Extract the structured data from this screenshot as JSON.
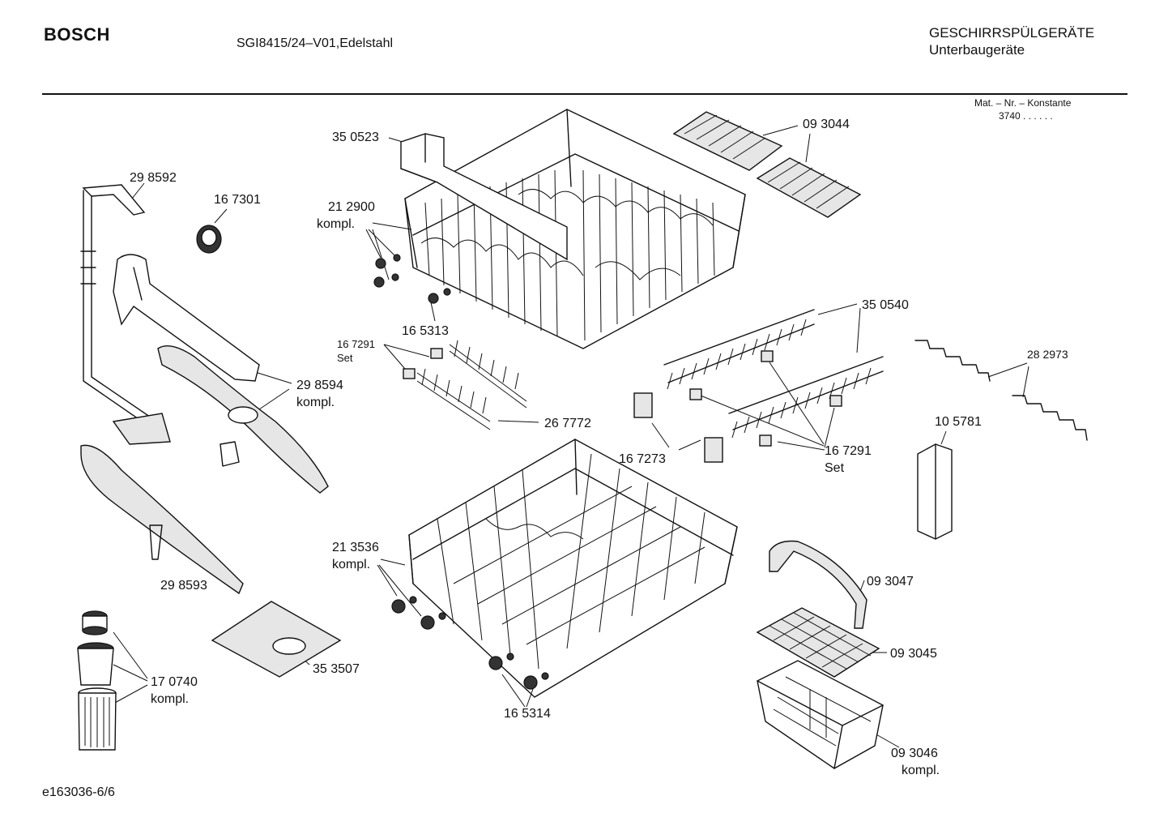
{
  "header": {
    "brand": "BOSCH",
    "model": "SGI8415/24–V01,Edelstahl",
    "category": "GESCHIRRSPÜLGERÄTE",
    "subcategory": "Unterbaugeräte",
    "constant_label": "Mat. – Nr. – Konstante",
    "constant_value": "3740 . . . . . ."
  },
  "labels": {
    "p350523": "35 0523",
    "p093044": "09 3044",
    "p298592": "29 8592",
    "p167301": "16 7301",
    "p212900": "21 2900",
    "p212900_k": "kompl.",
    "p165313": "16 5313",
    "p167291a": "16 7291",
    "p167291a_s": "Set",
    "p267772": "26 7772",
    "p298594": "29 8594",
    "p298594_k": "kompl.",
    "p350540": "35 0540",
    "p282973": "28 2973",
    "p105781": "10 5781",
    "p167273": "16 7273",
    "p167291b": "16 7291",
    "p167291b_s": "Set",
    "p213536": "21 3536",
    "p213536_k": "kompl.",
    "p298593": "29 8593",
    "p093047": "09 3047",
    "p093045": "09 3045",
    "p353507": "35 3507",
    "p170740": "17 0740",
    "p170740_k": "kompl.",
    "p165314": "16 5314",
    "p093046": "09 3046",
    "p093046_k": "kompl."
  },
  "footer": {
    "drawing_id": "e163036-6/6"
  }
}
